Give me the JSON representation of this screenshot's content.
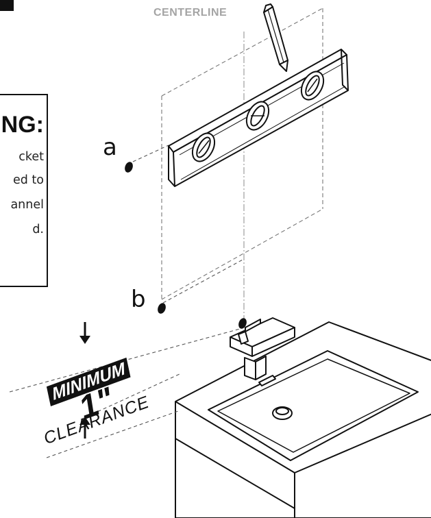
{
  "diagram": {
    "centerline_label": "CENTERLINE",
    "point_a_label": "a",
    "point_b_label": "b",
    "warning": {
      "title": "NG:",
      "lines": [
        "cket",
        "ed to",
        "annel",
        "d."
      ]
    },
    "clearance": {
      "minimum_text": "MINIMUM",
      "value_text": "1\"",
      "clearance_text": "CLEARANCE"
    }
  }
}
